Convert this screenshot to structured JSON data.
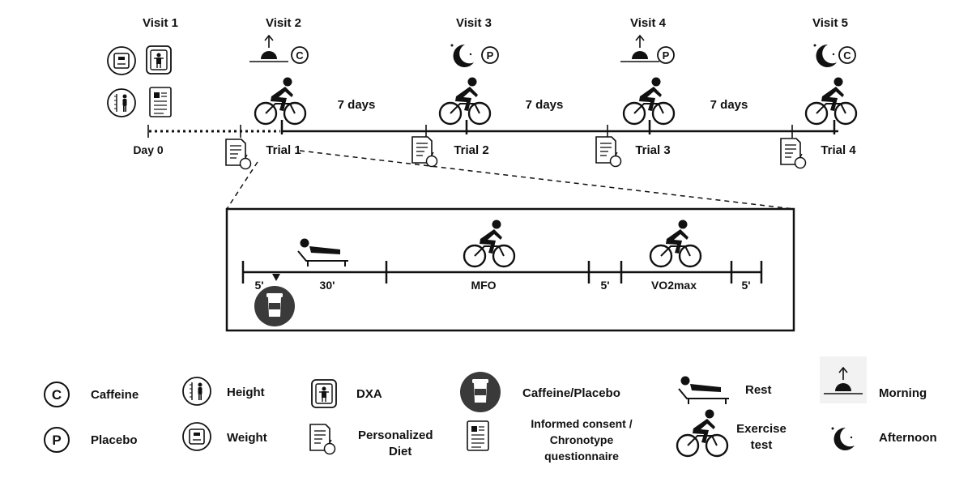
{
  "visits": [
    {
      "label": "Visit 1",
      "icons": [
        "scale-icon",
        "dxa-icon",
        "height-icon",
        "consent-icon"
      ]
    },
    {
      "label": "Visit 2",
      "icons": [
        "morning-icon",
        "caffeine-icon",
        "cyclist-icon"
      ]
    },
    {
      "label": "Visit 3",
      "icons": [
        "afternoon-icon",
        "placebo-icon",
        "cyclist-icon"
      ]
    },
    {
      "label": "Visit 4",
      "icons": [
        "morning-icon",
        "placebo-icon",
        "cyclist-icon"
      ]
    },
    {
      "label": "Visit 5",
      "icons": [
        "afternoon-icon",
        "caffeine-icon",
        "cyclist-icon"
      ]
    }
  ],
  "timeline": {
    "day0": "Day 0",
    "trials": [
      "Trial 1",
      "Trial 2",
      "Trial 3",
      "Trial 4"
    ],
    "interval": "7 days",
    "caffeine_letter": "C",
    "placebo_letter": "P"
  },
  "protocol": {
    "pre": "5'",
    "rest": "30'",
    "mfo": "MFO",
    "gap": "5'",
    "vo2": "VO2max",
    "post": "5'"
  },
  "legend": {
    "caffeine": "Caffeine",
    "placebo": "Placebo",
    "height": "Height",
    "weight": "Weight",
    "dxa": "DXA",
    "diet_line1": "Personalized",
    "diet_line2": "Diet",
    "capsule": "Caffeine/Placebo",
    "consent_line1": "Informed consent /",
    "consent_line2": "Chronotype",
    "consent_line3": "questionnaire",
    "rest": "Rest",
    "exercise_line1": "Exercise",
    "exercise_line2": "test",
    "morning": "Morning",
    "afternoon": "Afternoon"
  }
}
